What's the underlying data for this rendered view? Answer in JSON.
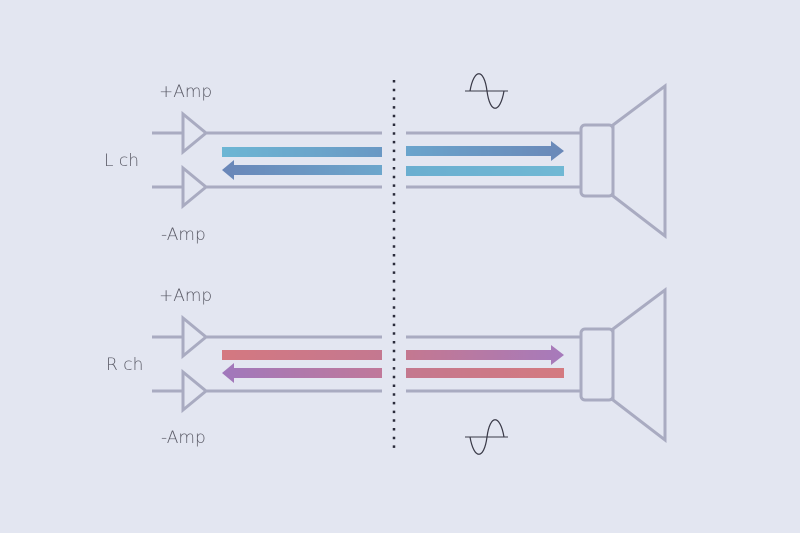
{
  "diagram": {
    "description": "Balanced (BTL) amplifier drive to speakers, left and right channels",
    "colors": {
      "background": "#e3e6f1",
      "line": "#a9abc1",
      "divider": "#2a2a3a",
      "waveform": "#3a3a48",
      "label": "#5a5a66",
      "l_forward_start": "#6aa8cc",
      "l_forward_end": "#6a8cbc",
      "l_return_start": "#6a86b8",
      "l_return_end": "#70b4d2",
      "r_forward_start": "#c87888",
      "r_forward_end": "#a67ab8",
      "r_return_start": "#a274b8",
      "r_return_end": "#d27880"
    },
    "channels": [
      {
        "name": "L ch",
        "plus_label": "+Amp",
        "minus_label": "-Amp",
        "waveform": "sine-wave-icon",
        "waveform_position": "above"
      },
      {
        "name": "R ch",
        "plus_label": "+Amp",
        "minus_label": "-Amp",
        "waveform": "sine-wave-icon",
        "waveform_position": "below"
      }
    ]
  }
}
